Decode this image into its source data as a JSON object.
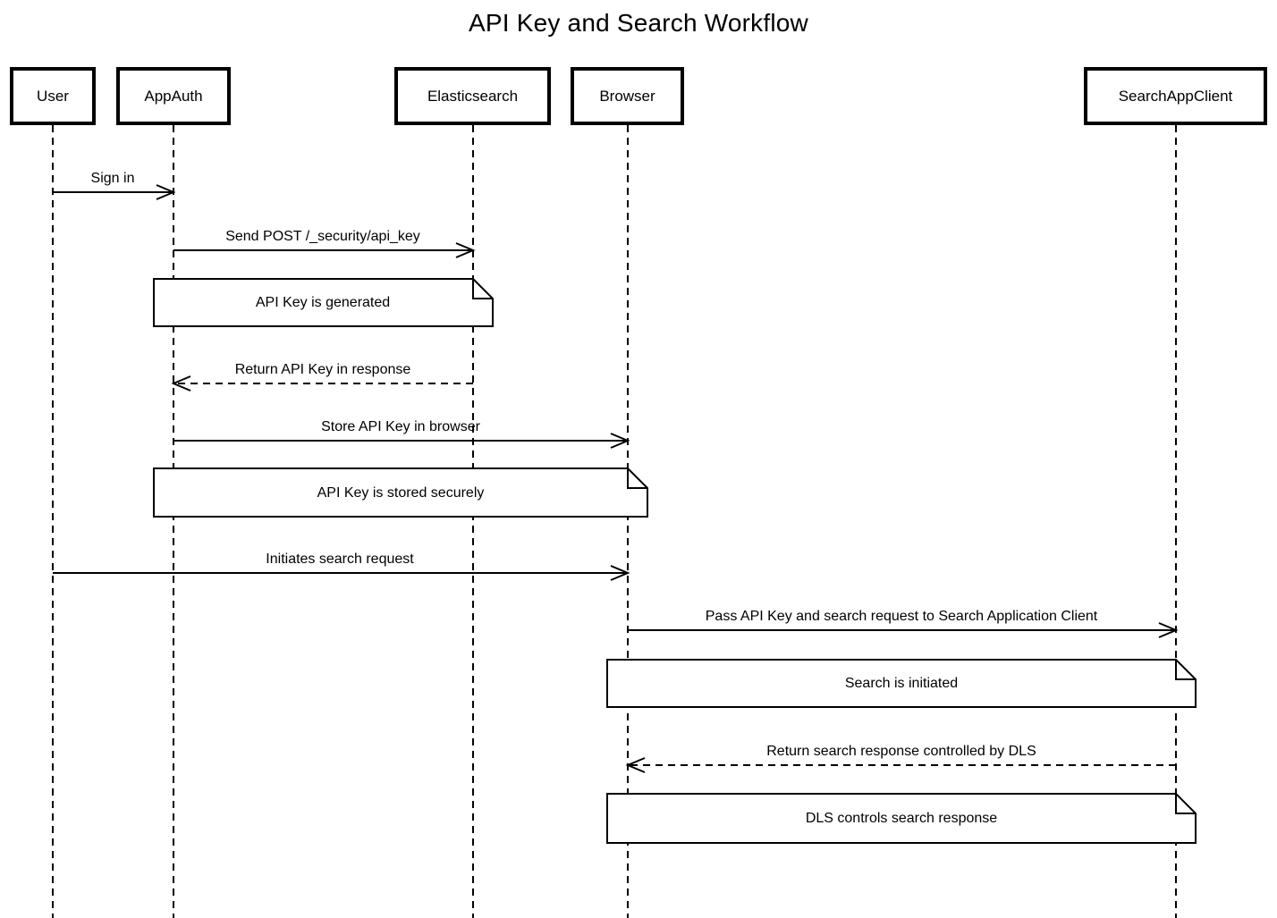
{
  "title": "API Key and Search Workflow",
  "participants": [
    {
      "name": "User"
    },
    {
      "name": "AppAuth"
    },
    {
      "name": "Elasticsearch"
    },
    {
      "name": "Browser"
    },
    {
      "name": "SearchAppClient"
    }
  ],
  "messages": [
    {
      "from": "User",
      "to": "AppAuth",
      "label": "Sign in",
      "style": "solid"
    },
    {
      "from": "AppAuth",
      "to": "Elasticsearch",
      "label": "Send POST /_security/api_key",
      "style": "solid"
    },
    {
      "from": "Elasticsearch",
      "to": "AppAuth",
      "label": "Return API Key in response",
      "style": "dashed"
    },
    {
      "from": "AppAuth",
      "to": "Browser",
      "label": "Store API Key in browser",
      "style": "solid"
    },
    {
      "from": "User",
      "to": "Browser",
      "label": "Initiates search request",
      "style": "solid"
    },
    {
      "from": "Browser",
      "to": "SearchAppClient",
      "label": "Pass API Key and search request to Search Application Client",
      "style": "solid"
    },
    {
      "from": "SearchAppClient",
      "to": "Browser",
      "label": "Return search response controlled by DLS",
      "style": "dashed"
    }
  ],
  "notes": [
    {
      "over": [
        "AppAuth",
        "Elasticsearch"
      ],
      "label": "API Key is generated"
    },
    {
      "over": [
        "AppAuth",
        "Browser"
      ],
      "label": "API Key is stored securely"
    },
    {
      "over": [
        "Browser",
        "SearchAppClient"
      ],
      "label": "Search is initiated"
    },
    {
      "over": [
        "Browser",
        "SearchAppClient"
      ],
      "label": "DLS controls search response"
    }
  ],
  "colors": {
    "line": "#000000",
    "background": "#ffffff",
    "note_fill": "#ffffff",
    "text": "#000000"
  }
}
